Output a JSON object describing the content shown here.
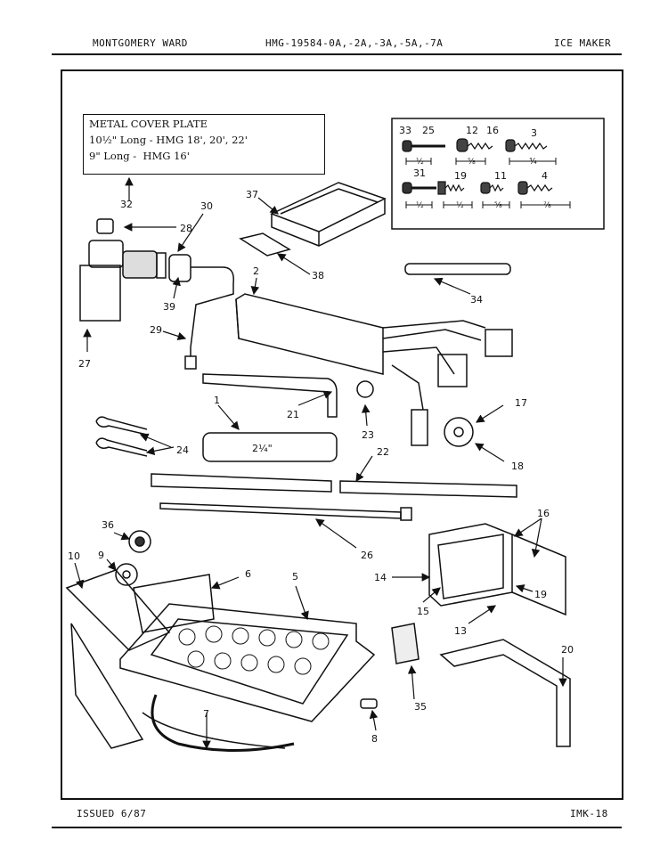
{
  "header": {
    "brand": "MONTGOMERY WARD",
    "model": "HMG-19584-0A,-2A,-3A,-5A,-7A",
    "section": "ICE MAKER"
  },
  "footer": {
    "issued": "ISSUED 6/87",
    "page_code": "IMK-18"
  },
  "cover_plate": {
    "line1": "METAL COVER PLATE",
    "line2": "10½\" Long - HMG 18', 20', 22'",
    "line3": "9\" Long -  HMG 16'"
  },
  "screw_dimensions": {
    "d1": "½",
    "d2": "⅝",
    "d3": "¾",
    "d4": "½",
    "d5": "½",
    "d6": "⅝",
    "d7": "⅞"
  },
  "tube_dimension": "2¼\"",
  "callouts": [
    "1",
    "2",
    "3",
    "4",
    "5",
    "6",
    "7",
    "8",
    "9",
    "10",
    "11",
    "12",
    "13",
    "14",
    "15",
    "16",
    "16",
    "17",
    "18",
    "19",
    "19",
    "20",
    "21",
    "22",
    "23",
    "24",
    "25",
    "26",
    "27",
    "28",
    "29",
    "30",
    "31",
    "32",
    "33",
    "34",
    "35",
    "36",
    "37",
    "38",
    "39"
  ]
}
